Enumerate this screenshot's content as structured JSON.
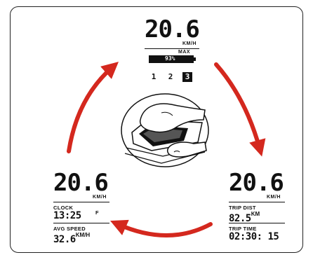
{
  "colors": {
    "arrow": "#d4281e",
    "frame": "#222222",
    "lcd_text": "#111111"
  },
  "top_screen": {
    "speed": "20.6",
    "unit": "KM/H",
    "battery_label": "MAX",
    "battery_value": "93%",
    "assist_levels": [
      "1",
      "2",
      "3"
    ],
    "active_level": "3"
  },
  "left_screen": {
    "speed": "20.6",
    "unit": "KM/H",
    "clock_label": "CLOCK",
    "clock_value": "13:25",
    "clock_suffix": "F",
    "avg_speed_label": "AVG SPEED",
    "avg_speed_value": "32.6",
    "avg_speed_unit": "KM/H"
  },
  "right_screen": {
    "speed": "20.6",
    "unit": "KM/H",
    "trip_dist_label": "TRIP DIST",
    "trip_dist_value": "82.5",
    "trip_dist_unit": "KM",
    "trip_time_label": "TRIP TIME",
    "trip_time_value": "02:30: 15"
  },
  "center_illustration": {
    "icon": "thumb-pressing-button-icon"
  }
}
